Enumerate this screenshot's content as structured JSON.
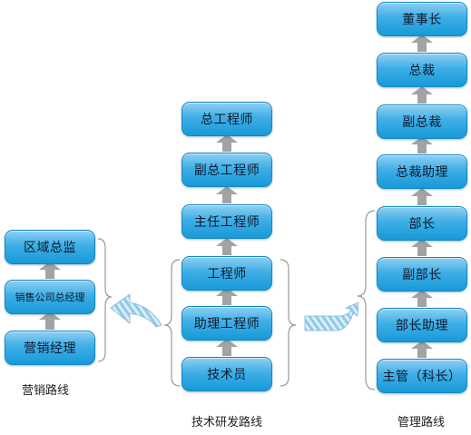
{
  "colors": {
    "box_top": "#8fd0f2",
    "box_bottom": "#179ad9",
    "connector_arrow": "#a3a3a3",
    "bracket_line": "#9a9a9a",
    "transition_arrow": "#8fc9e6"
  },
  "tracks": {
    "sales": {
      "caption": "营销路线",
      "nodes": [
        "营销经理",
        "销售公司总经理",
        "区域总监"
      ]
    },
    "tech": {
      "caption": "技术研发路线",
      "nodes": [
        "技术员",
        "助理工程师",
        "工程师",
        "主任工程师",
        "副总工程师",
        "总工程师"
      ]
    },
    "management": {
      "caption": "管理路线",
      "nodes": [
        "主管（科长）",
        "部长助理",
        "副部长",
        "部长",
        "总裁助理",
        "副总裁",
        "总裁",
        "董事长"
      ]
    }
  }
}
